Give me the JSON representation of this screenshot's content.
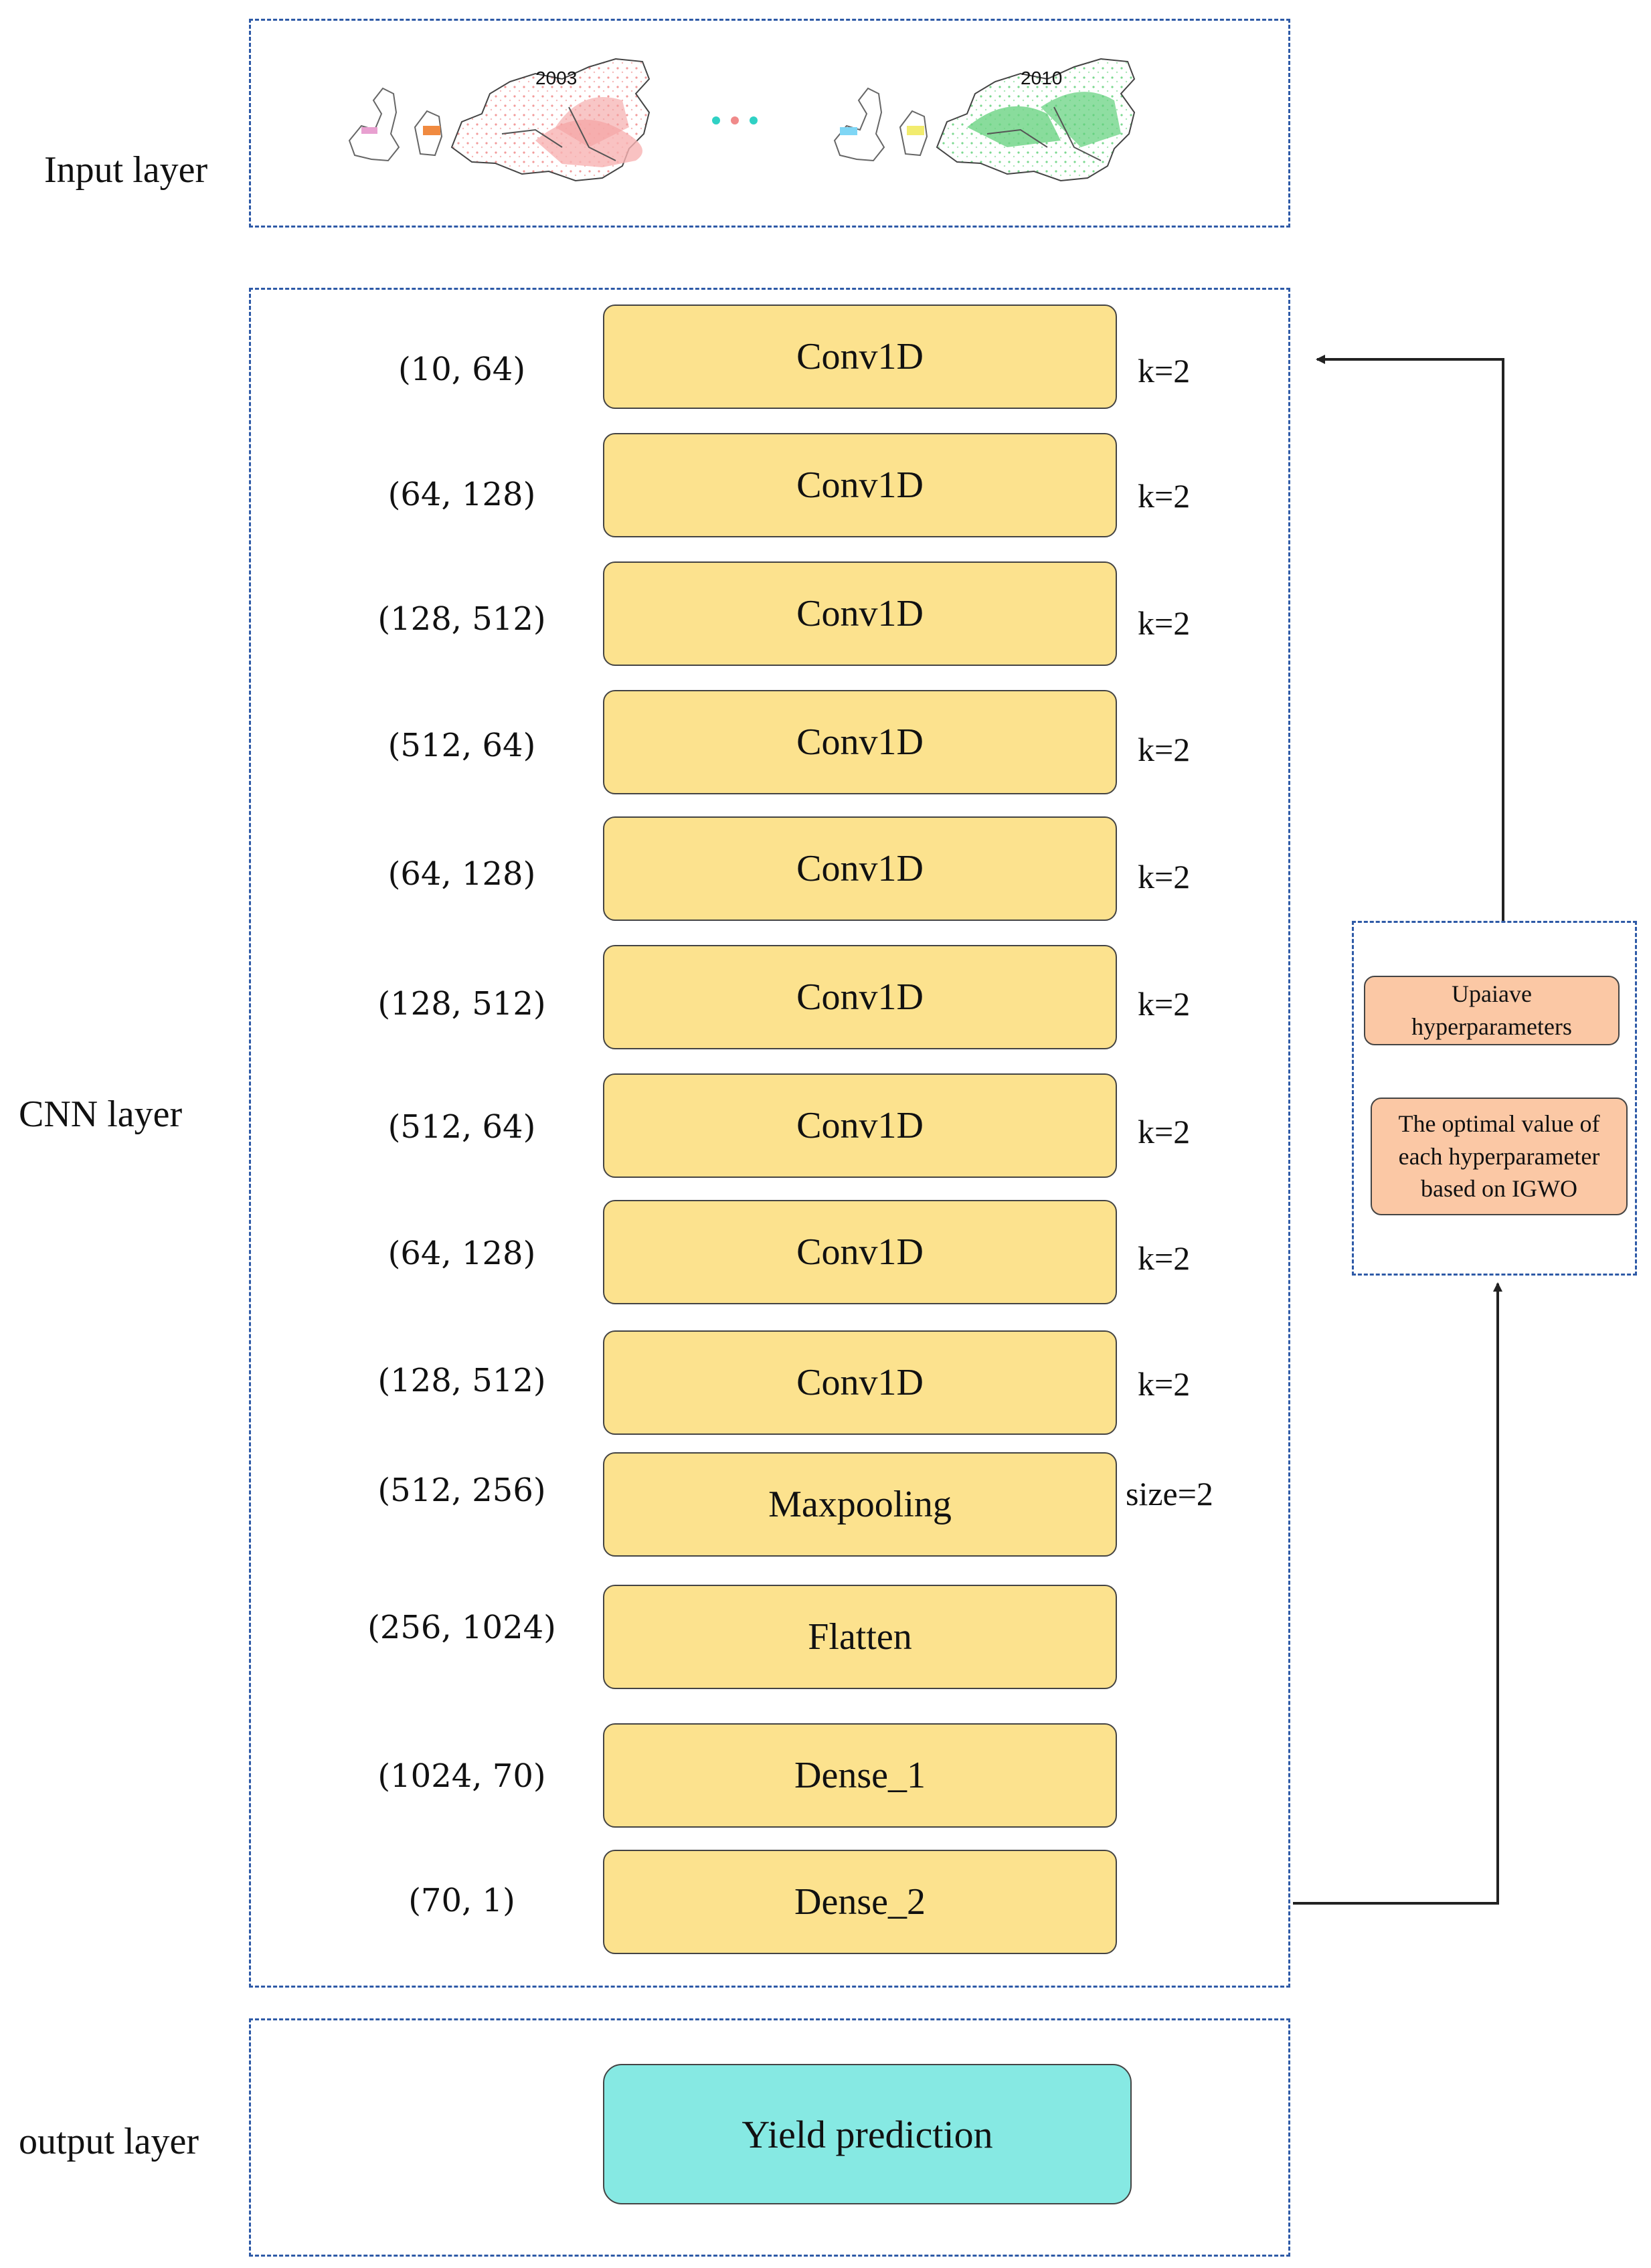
{
  "sections": {
    "input_label": "Input layer",
    "cnn_label": "CNN layer",
    "output_label": "output layer"
  },
  "input_maps": [
    {
      "year": "2003",
      "color": "#f08a8a"
    },
    {
      "year": "2010",
      "color": "#5fd07a"
    }
  ],
  "ellipsis_dot_colors": [
    "#2fd1c4",
    "#f08a8a",
    "#2fd1c4"
  ],
  "cnn_layers": [
    {
      "name": "Conv1D",
      "shape": "(10, 64)",
      "param": "k=2"
    },
    {
      "name": "Conv1D",
      "shape": "(64, 128)",
      "param": "k=2"
    },
    {
      "name": "Conv1D",
      "shape": "(128, 512)",
      "param": "k=2"
    },
    {
      "name": "Conv1D",
      "shape": "(512, 64)",
      "param": "k=2"
    },
    {
      "name": "Conv1D",
      "shape": "(64, 128)",
      "param": "k=2"
    },
    {
      "name": "Conv1D",
      "shape": "(128, 512)",
      "param": "k=2"
    },
    {
      "name": "Conv1D",
      "shape": "(512, 64)",
      "param": "k=2"
    },
    {
      "name": "Conv1D",
      "shape": "(64, 128)",
      "param": "k=2"
    },
    {
      "name": "Conv1D",
      "shape": "(128, 512)",
      "param": "k=2"
    },
    {
      "name": "Maxpooling",
      "shape": "(512, 256)",
      "param": "size=2"
    },
    {
      "name": "Flatten",
      "shape": "(256, 1024)",
      "param": ""
    },
    {
      "name": "Dense_1",
      "shape": "(1024, 70)",
      "param": ""
    },
    {
      "name": "Dense_2",
      "shape": "(70, 1)",
      "param": ""
    }
  ],
  "output": {
    "label": "Yield prediction"
  },
  "hyperparameter_panel": {
    "update_label": "Upaiave hyperparameters",
    "optimal_label": "The optimal value of each hyperparameter based on IGWO"
  },
  "colors": {
    "frame_dash": "#2e5aa7",
    "layer_fill": "#fce28e",
    "output_fill": "#86e9e3",
    "hyperparameter_fill": "#fbc8a5"
  }
}
